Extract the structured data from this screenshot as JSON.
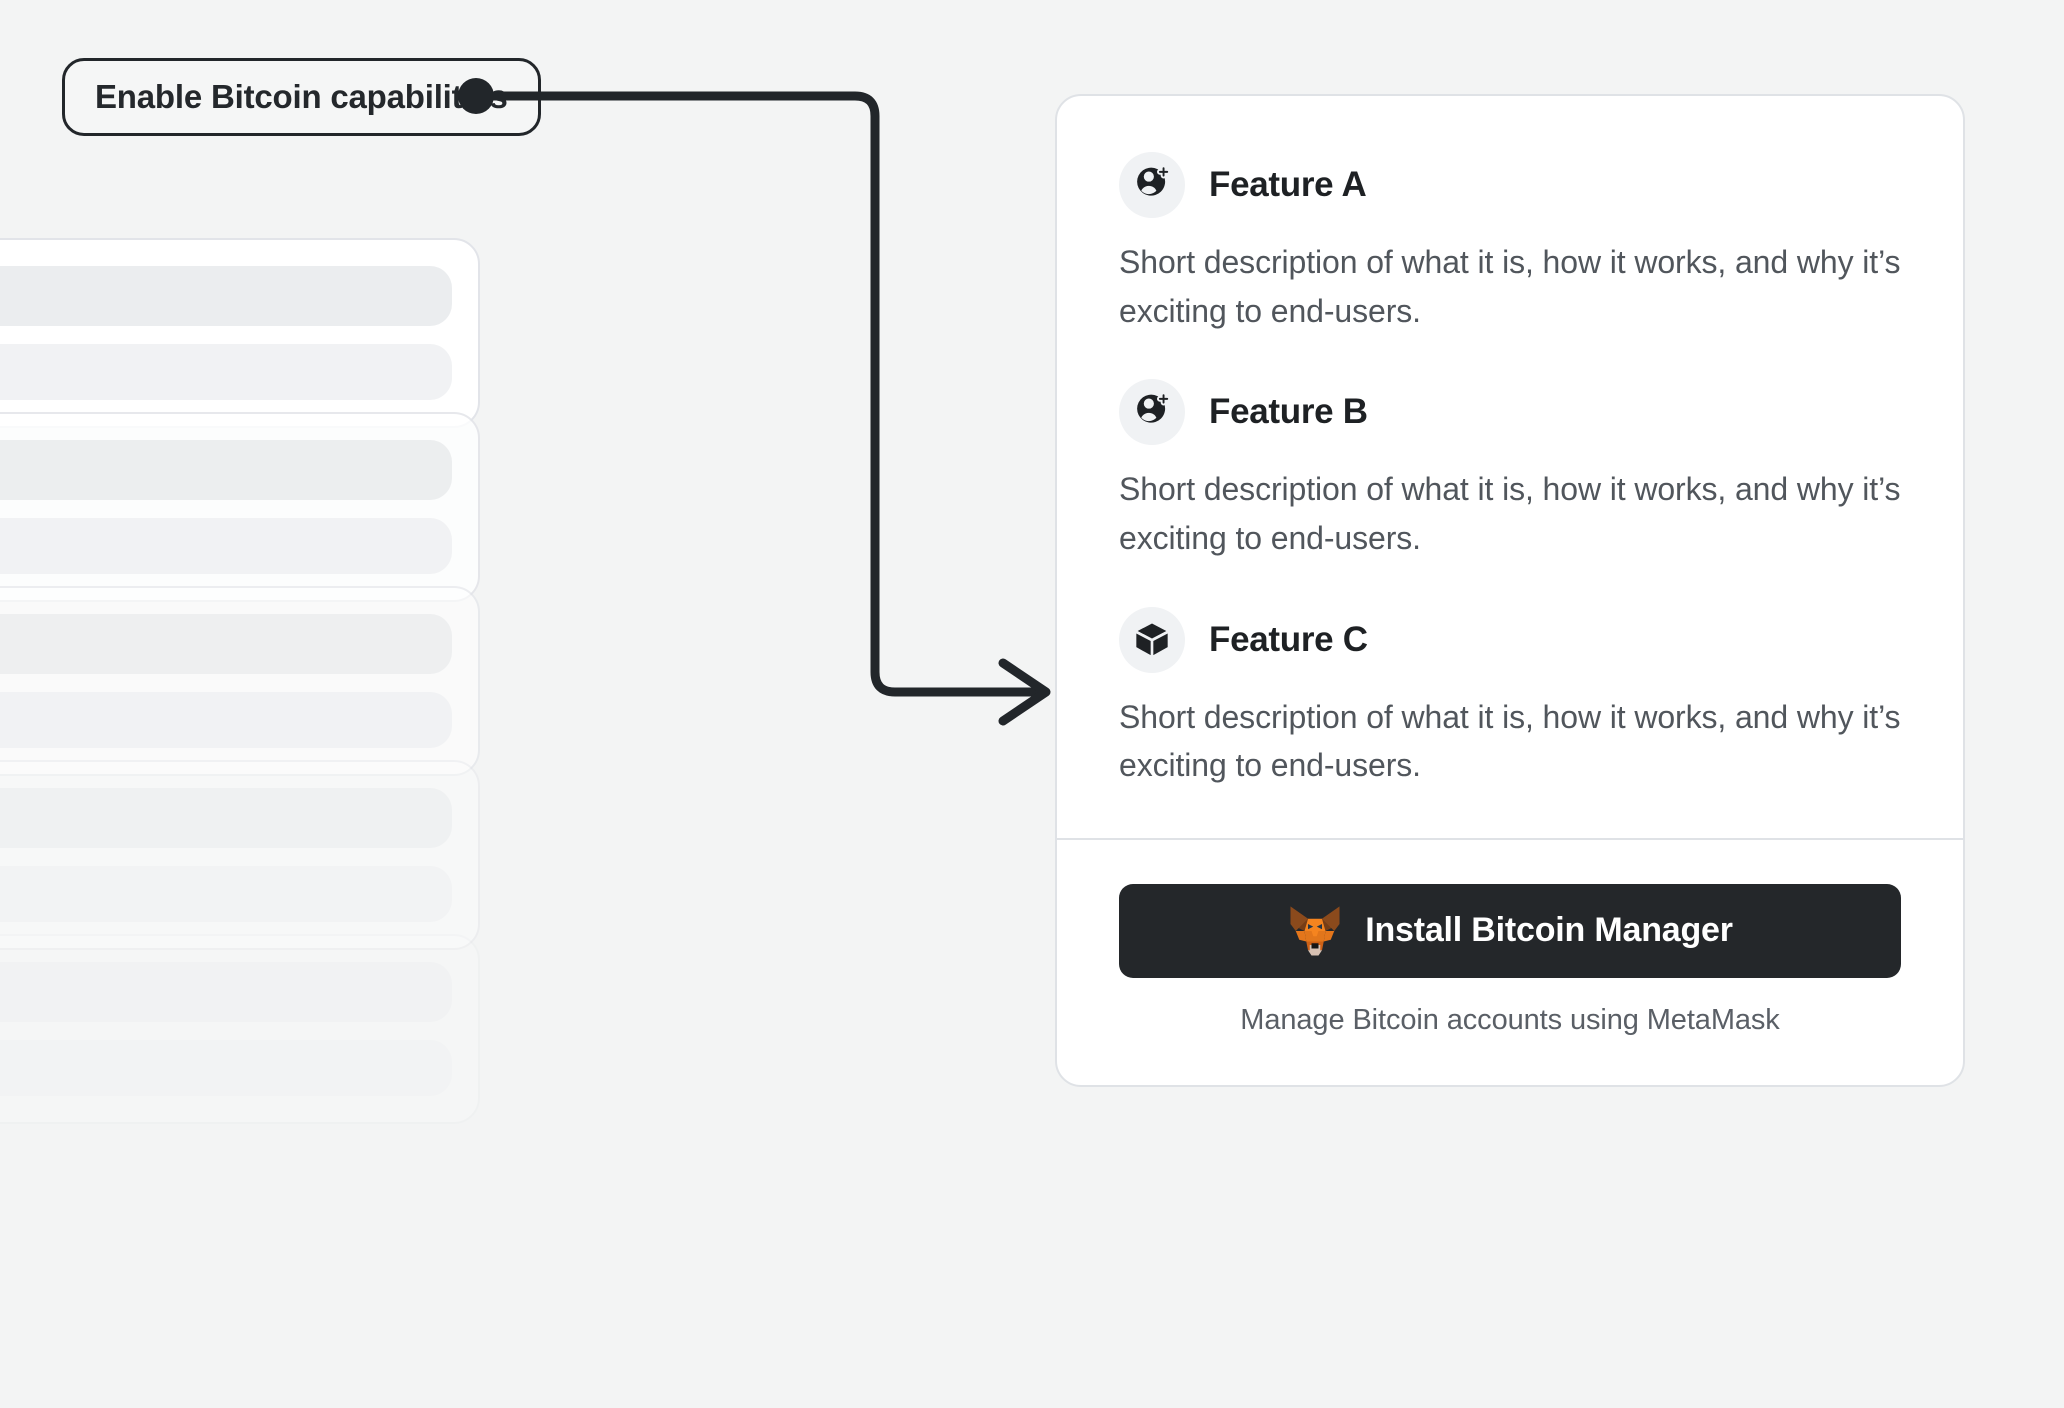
{
  "background_color": "#F3F4F4",
  "callout": {
    "label": "Enable Bitcoin capabilities",
    "border_color": "#22262A",
    "dot_color": "#22262A",
    "connector_color": "#22262A"
  },
  "skeleton": {
    "placeholder_count": 5,
    "bar_color": "#EBEDEF",
    "card_background": "#FFFFFF",
    "card_border_color": "#E2E4E9"
  },
  "card": {
    "background": "#FFFFFF",
    "border_color": "#DFE2E6",
    "features": [
      {
        "icon": "user-add-icon",
        "title": "Feature A",
        "description": "Short description of what it is, how it works, and why it’s exciting to end-users."
      },
      {
        "icon": "user-add-icon",
        "title": "Feature B",
        "description": "Short description of what it is, how it works, and why it’s exciting to end-users."
      },
      {
        "icon": "cube-icon",
        "title": "Feature C",
        "description": "Short description of what it is, how it works, and why it’s exciting to end-users."
      }
    ],
    "footer": {
      "install_button_label": "Install Bitcoin Manager",
      "install_button_icon": "metamask-fox-icon",
      "install_button_color": "#24272A",
      "caption": "Manage Bitcoin accounts using MetaMask"
    }
  }
}
